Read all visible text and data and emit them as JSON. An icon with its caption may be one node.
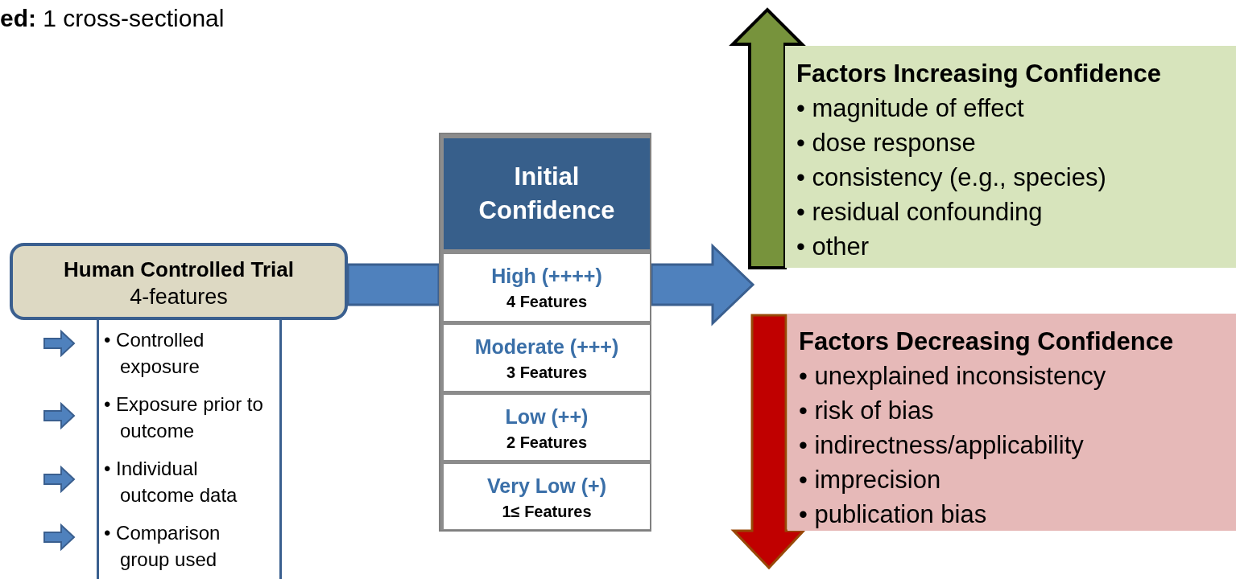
{
  "diagram": {
    "nodes": [
      {
        "text": [
          "Human Controlled Trial",
          "4-features"
        ]
      },
      {
        "text": [
          "• Controlled exposure",
          "• Exposure prior to outcome",
          "• Individual outcome data",
          "• Comparison group used"
        ]
      },
      {
        "text": [],
        "shape": "box"
      },
      {
        "text": [
          "Initial Confidence"
        ],
        "in": 2
      },
      {
        "text": [
          "High (++++)",
          "4 Features"
        ],
        "in": 2
      },
      {
        "text": [
          "Moderate (+++)",
          "3 Features"
        ],
        "in": 2
      },
      {
        "text": [
          "Low (++)",
          "2 Features"
        ],
        "in": 2
      },
      {
        "text": [
          "Very Low (+)",
          "1≤ Features"
        ],
        "in": 2
      },
      {
        "text": [
          "Factors Increasing Confidence",
          "• magnitude of effect",
          "• dose response",
          "• consistency (e.g., species)",
          "• residual confounding",
          "• other"
        ]
      },
      {
        "text": [
          "Factors Decreasing Confidence",
          "• unexplained inconsistency",
          "• risk of bias",
          "• indirectness/applicability",
          "• imprecision",
          "• publication bias"
        ]
      }
    ],
    "edges": [
      {
        "from": 0,
        "to": 2,
        "arrow": "none",
        "style": "thick"
      },
      {
        "from": 2,
        "to": null,
        "arrow": "to",
        "style": "thick"
      }
    ],
    "labels": [
      "**ed:** 1 cross-sectional"
    ]
  }
}
